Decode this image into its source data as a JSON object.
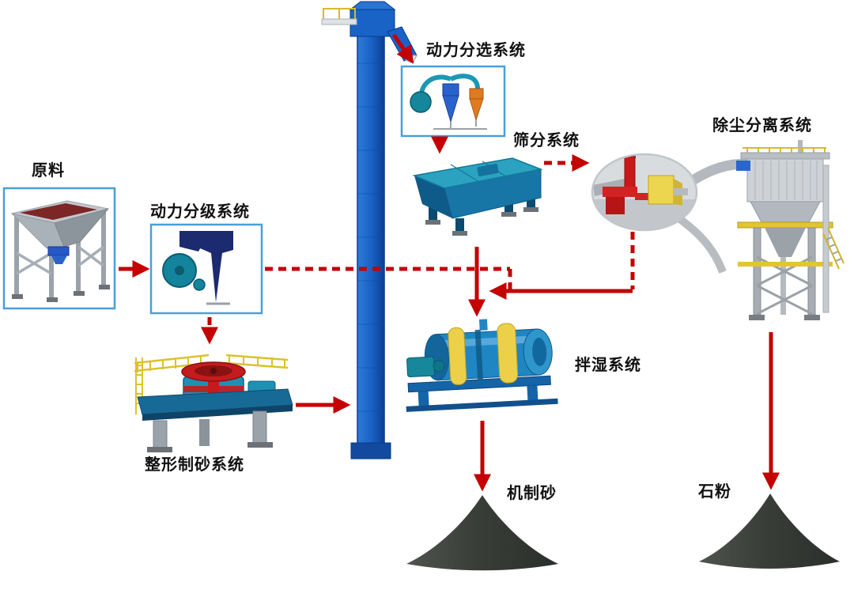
{
  "labels": {
    "raw_material": "原料",
    "power_classification": "动力分级系统",
    "power_sorting": "动力分选系统",
    "screening": "筛分系统",
    "dust_separation": "除尘分离系统",
    "shaping_sand_making": "整形制砂系统",
    "wet_mixing": "拌湿系统",
    "machine_made_sand": "机制砂",
    "stone_powder": "石粉"
  },
  "colors": {
    "arrow_red": "#c40000",
    "box_border": "#4a9fd8",
    "elevator_blue": "#1a63c6",
    "machine_teal": "#1f90b4",
    "accent_yellow": "#ecd04a",
    "pile_dark": "#3a3e39"
  },
  "diagram": {
    "nodes": [
      {
        "id": "raw-material",
        "label": "原料"
      },
      {
        "id": "power-classification",
        "label": "动力分级系统"
      },
      {
        "id": "power-sorting",
        "label": "动力分选系统"
      },
      {
        "id": "screening",
        "label": "筛分系统"
      },
      {
        "id": "dust-separation",
        "label": "除尘分离系统"
      },
      {
        "id": "shaping-sand-making",
        "label": "整形制砂系统"
      },
      {
        "id": "wet-mixing",
        "label": "拌湿系统"
      },
      {
        "id": "machine-made-sand",
        "label": "机制砂"
      },
      {
        "id": "stone-powder",
        "label": "石粉"
      },
      {
        "id": "bucket-elevator",
        "label": ""
      }
    ],
    "edges": [
      {
        "from": "raw-material",
        "to": "power-classification",
        "style": "solid"
      },
      {
        "from": "power-classification",
        "to": "shaping-sand-making",
        "style": "dashed"
      },
      {
        "from": "power-classification",
        "to": "wet-mixing",
        "style": "dashed"
      },
      {
        "from": "shaping-sand-making",
        "to": "bucket-elevator",
        "style": "solid"
      },
      {
        "from": "bucket-elevator",
        "to": "power-sorting",
        "style": "solid"
      },
      {
        "from": "power-sorting",
        "to": "screening",
        "style": "solid"
      },
      {
        "from": "screening",
        "to": "dust-separation",
        "style": "dashed"
      },
      {
        "from": "screening",
        "to": "wet-mixing",
        "style": "solid"
      },
      {
        "from": "dust-separation",
        "to": "wet-mixing",
        "style": "solid"
      },
      {
        "from": "wet-mixing",
        "to": "machine-made-sand",
        "style": "solid"
      },
      {
        "from": "dust-separation",
        "to": "stone-powder",
        "style": "solid"
      }
    ]
  }
}
